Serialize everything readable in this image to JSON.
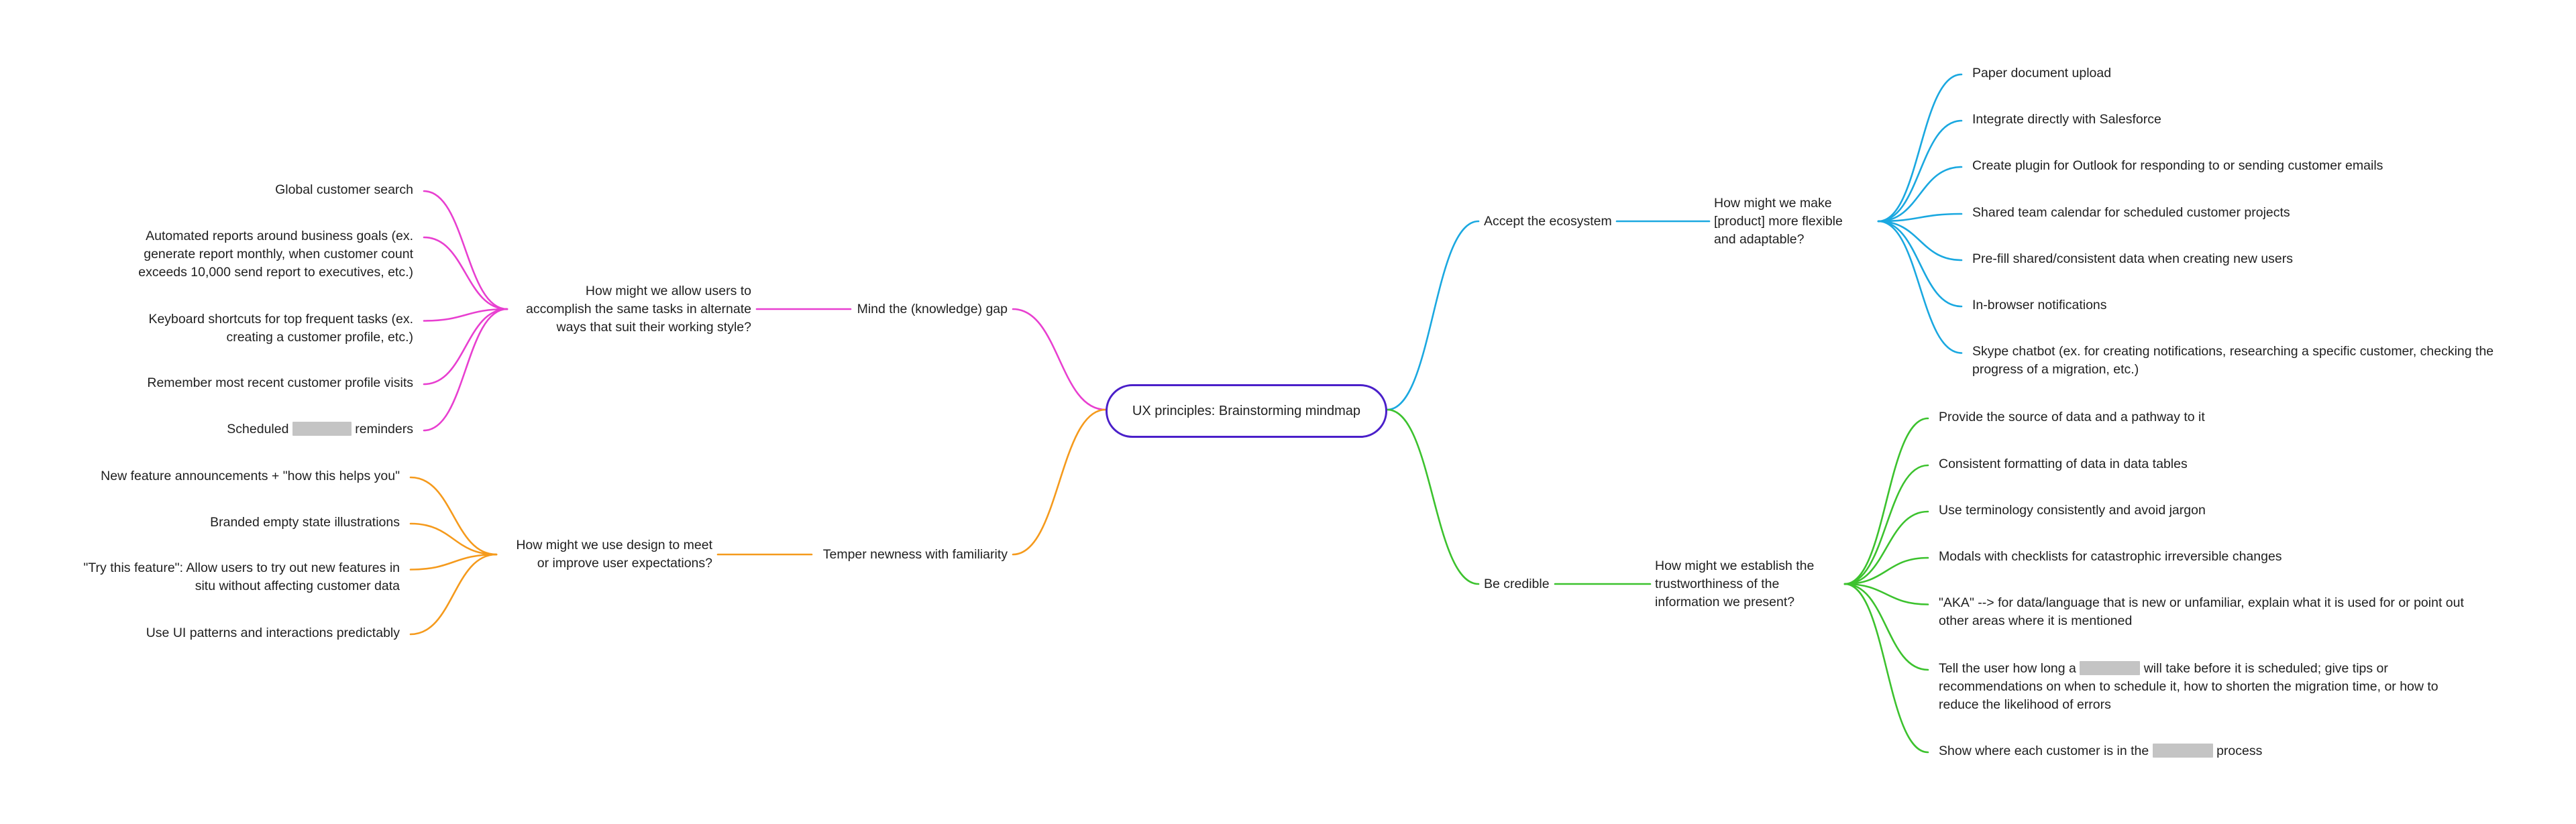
{
  "colors": {
    "blue": "#1aa8e0",
    "green": "#3cc22e",
    "pink": "#e83fd0",
    "orange": "#f59a1c",
    "root_border": "#4a1fc9"
  },
  "root": {
    "label": "UX principles: Brainstorming mindmap"
  },
  "branches": {
    "ecosystem": {
      "label": "Accept the ecosystem",
      "question": [
        "How might we make",
        "[product] more flexible",
        "and adaptable?"
      ],
      "leaves": [
        [
          "Paper document upload"
        ],
        [
          "Integrate directly with Salesforce"
        ],
        [
          "Create plugin for Outlook for responding to or sending customer emails"
        ],
        [
          "Shared team calendar for scheduled customer projects"
        ],
        [
          "Pre-fill shared/consistent data when creating new users"
        ],
        [
          "In-browser notifications"
        ],
        [
          "Skype chatbot (ex. for creating notifications, researching a specific customer, checking the",
          "progress of a migration, etc.)"
        ]
      ]
    },
    "credible": {
      "label": "Be credible",
      "question": [
        "How might we establish the",
        "trustworthiness of the",
        "information we present?"
      ],
      "leaves": [
        [
          "Provide the source of data and a pathway to it"
        ],
        [
          "Consistent formatting of data in data tables"
        ],
        [
          "Use terminology consistently and avoid jargon"
        ],
        [
          "Modals with checklists for catastrophic irreversible changes"
        ],
        [
          "\"AKA\" --> for data/language that is new or unfamiliar, explain what it is used for or point out",
          "other areas where it is mentioned"
        ],
        [
          "Tell the user how long a {R} will take before it is scheduled; give tips or",
          "recommendations on when to schedule it, how to shorten the migration time, or how to",
          "reduce the likelihood of errors"
        ],
        [
          "Show where each customer is in the {R} process"
        ]
      ]
    },
    "knowledge": {
      "label": "Mind the (knowledge) gap",
      "question": [
        "How might we allow users to",
        "accomplish the same tasks in alternate",
        "ways that suit their working style?"
      ],
      "leaves": [
        [
          "Global customer search"
        ],
        [
          "Automated reports around business goals (ex.",
          "generate report monthly, when customer count",
          "exceeds 10,000 send report to executives, etc.)"
        ],
        [
          "Keyboard shortcuts for top frequent tasks (ex.",
          "creating a customer profile, etc.)"
        ],
        [
          "Remember most recent customer profile visits"
        ],
        [
          "Scheduled {R} reminders"
        ]
      ]
    },
    "familiarity": {
      "label": "Temper newness with familiarity",
      "question": [
        "How might we use design to meet",
        "or improve user expectations?"
      ],
      "leaves": [
        [
          "New feature announcements + \"how this helps you\""
        ],
        [
          "Branded empty state illustrations"
        ],
        [
          "\"Try this feature\": Allow users to try out new features in",
          "situ without affecting customer data"
        ],
        [
          "Use UI patterns and interactions predictably"
        ]
      ]
    }
  }
}
